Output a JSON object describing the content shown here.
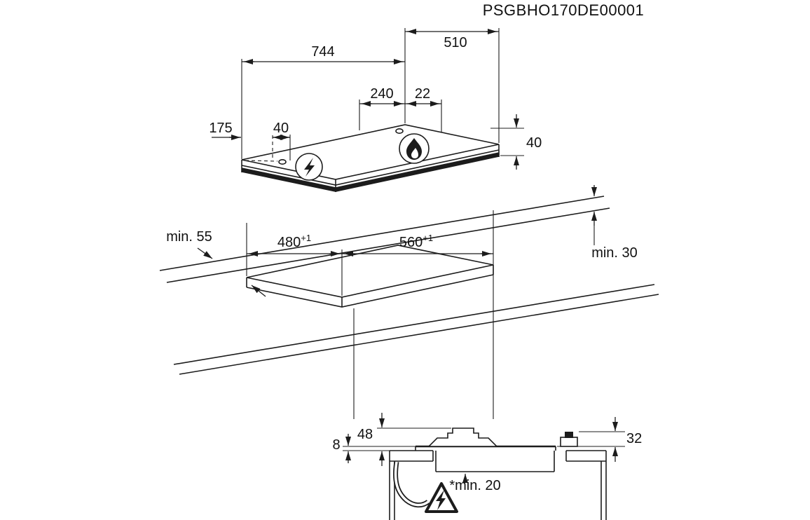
{
  "title": "PSGBHO170DE00001",
  "colors": {
    "line": "#1c1c1c",
    "background": "#ffffff"
  },
  "top_view": {
    "width": "744",
    "depth": "510",
    "burner_spacing": "240",
    "burner_edge_offset": "22",
    "control_offset": "175",
    "control_spacing": "40",
    "edge_height": "40"
  },
  "cutout_view": {
    "min_front": "min. 55",
    "cutout_depth": "480",
    "cutout_depth_tolerance": "+1",
    "cutout_width": "560",
    "cutout_width_tolerance": "+1",
    "min_rear": "min. 30"
  },
  "section_view": {
    "hob_above_worktop": "8",
    "burner_height": "48",
    "knob_height": "32",
    "min_clearance_below": "*min. 20"
  },
  "icons": {
    "electric": "lightning-bolt",
    "gas": "flame",
    "warning": "lightning-warning-triangle"
  }
}
